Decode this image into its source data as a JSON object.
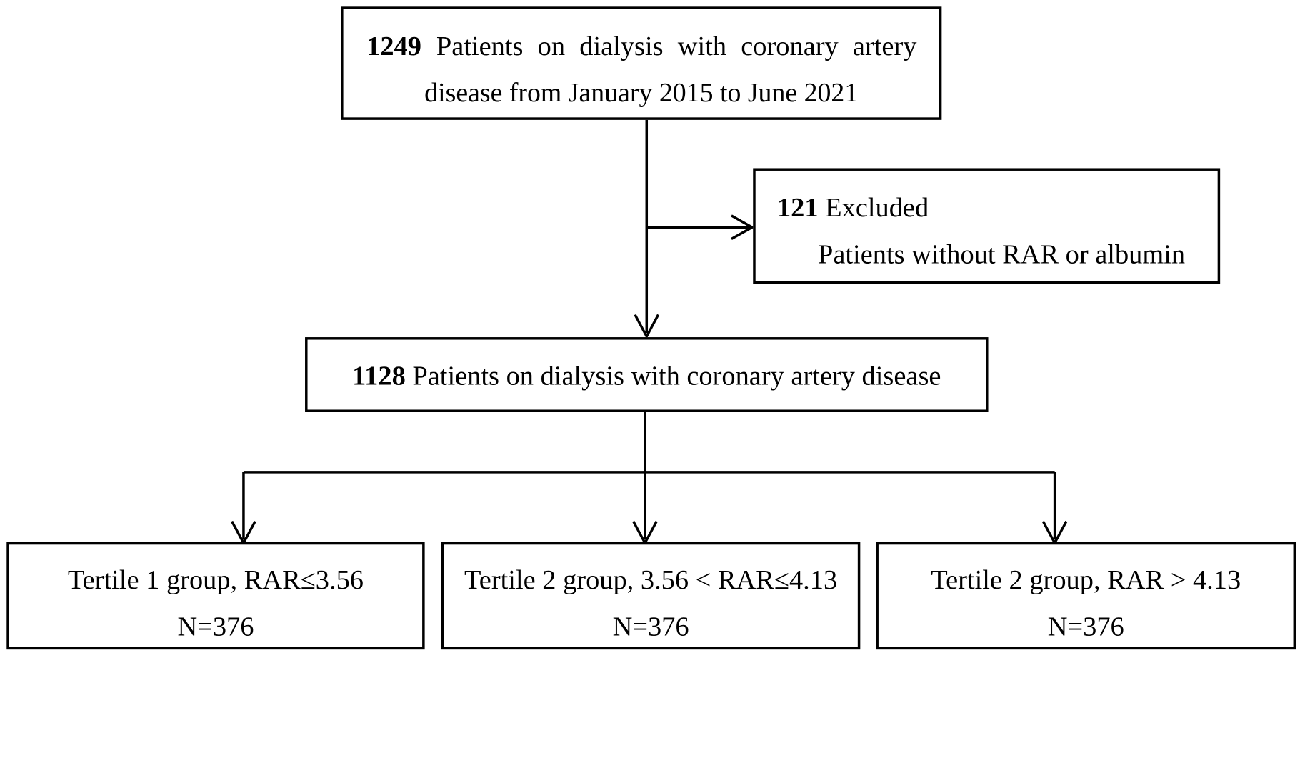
{
  "diagram": {
    "top_box": {
      "count": "1249",
      "line1_rest": "Patients on dialysis with coronary artery",
      "line2": "disease from January 2015 to June 2021"
    },
    "exclusion_box": {
      "count": "121",
      "label": "Excluded",
      "reason": "Patients without RAR or albumin"
    },
    "middle_box": {
      "count": "1128",
      "label": "Patients on dialysis with coronary artery disease"
    },
    "groups": [
      {
        "label": "Tertile 1 group, RAR≤3.56",
        "n": "N=376"
      },
      {
        "label": "Tertile 2 group, 3.56 < RAR≤4.13",
        "n": "N=376"
      },
      {
        "label": "Tertile 2 group, RAR > 4.13",
        "n": "N=376"
      }
    ]
  }
}
